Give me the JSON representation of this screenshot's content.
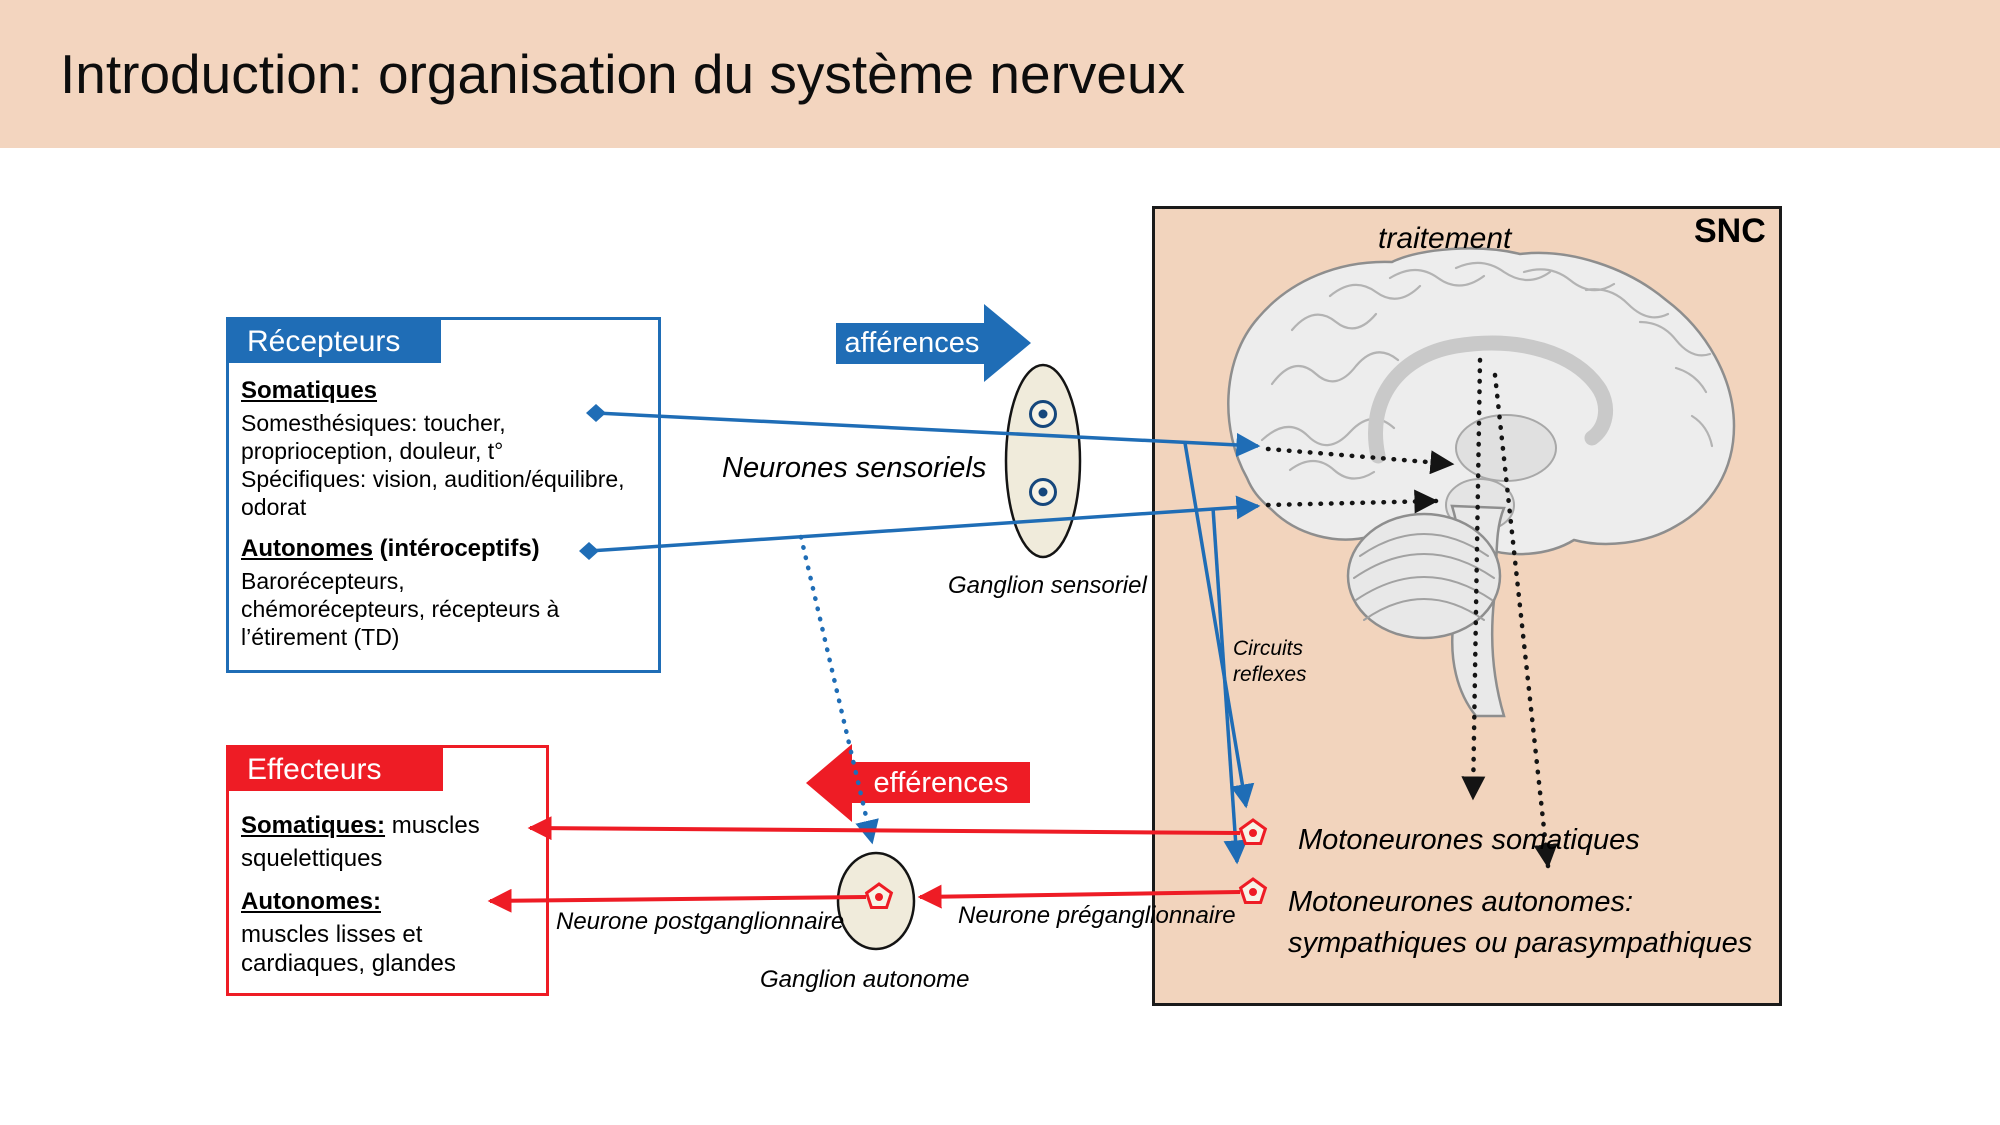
{
  "title": "Introduction: organisation du système nerveux",
  "colors": {
    "banner": "#f3d5bf",
    "snc_background": "#f2d4bd",
    "accent_blue": "#1f6db6",
    "accent_red": "#ee1c25",
    "ganglion_fill": "#f0ebdb"
  },
  "snc": {
    "label": "SNC",
    "processing_label": "traitement",
    "circuits_label_line1": "Circuits",
    "circuits_label_line2": "reflexes",
    "motoneurons_somatic": "Motoneurones somatiques",
    "motoneurons_autonomic_line1": "Motoneurones autonomes:",
    "motoneurons_autonomic_line2": "sympathiques ou parasympathiques"
  },
  "receptors": {
    "header": "Récepteurs",
    "somatic_heading": "Somatiques",
    "somatic_lines": [
      "Somesthésiques:  toucher,",
      "proprioception, douleur, t°",
      "Spécifiques: vision, audition/équilibre,",
      "odorat"
    ],
    "autonomic_heading": "Autonomes",
    "autonomic_heading_suffix": " (intéroceptifs)",
    "autonomic_lines": [
      "Barorécepteurs,",
      "chémorécepteurs, récepteurs à",
      "l’étirement (TD)"
    ]
  },
  "effectors": {
    "header": "Effecteurs",
    "somatic_heading": "Somatiques:",
    "somatic_lines": [
      " muscles",
      "squelettiques"
    ],
    "autonomic_heading": "Autonomes:",
    "autonomic_lines": [
      "muscles lisses et",
      "cardiaques, glandes"
    ]
  },
  "pathways": {
    "afferent_label": "afférences",
    "efferent_label": "efférences",
    "sensory_neurons_label": "Neurones sensoriels",
    "sensory_ganglion_label": "Ganglion sensoriel",
    "autonomic_ganglion_label": "Ganglion autonome",
    "postganglionic_label": "Neurone postganglionnaire",
    "preganglionic_label": "Neurone préganglionnaire"
  }
}
